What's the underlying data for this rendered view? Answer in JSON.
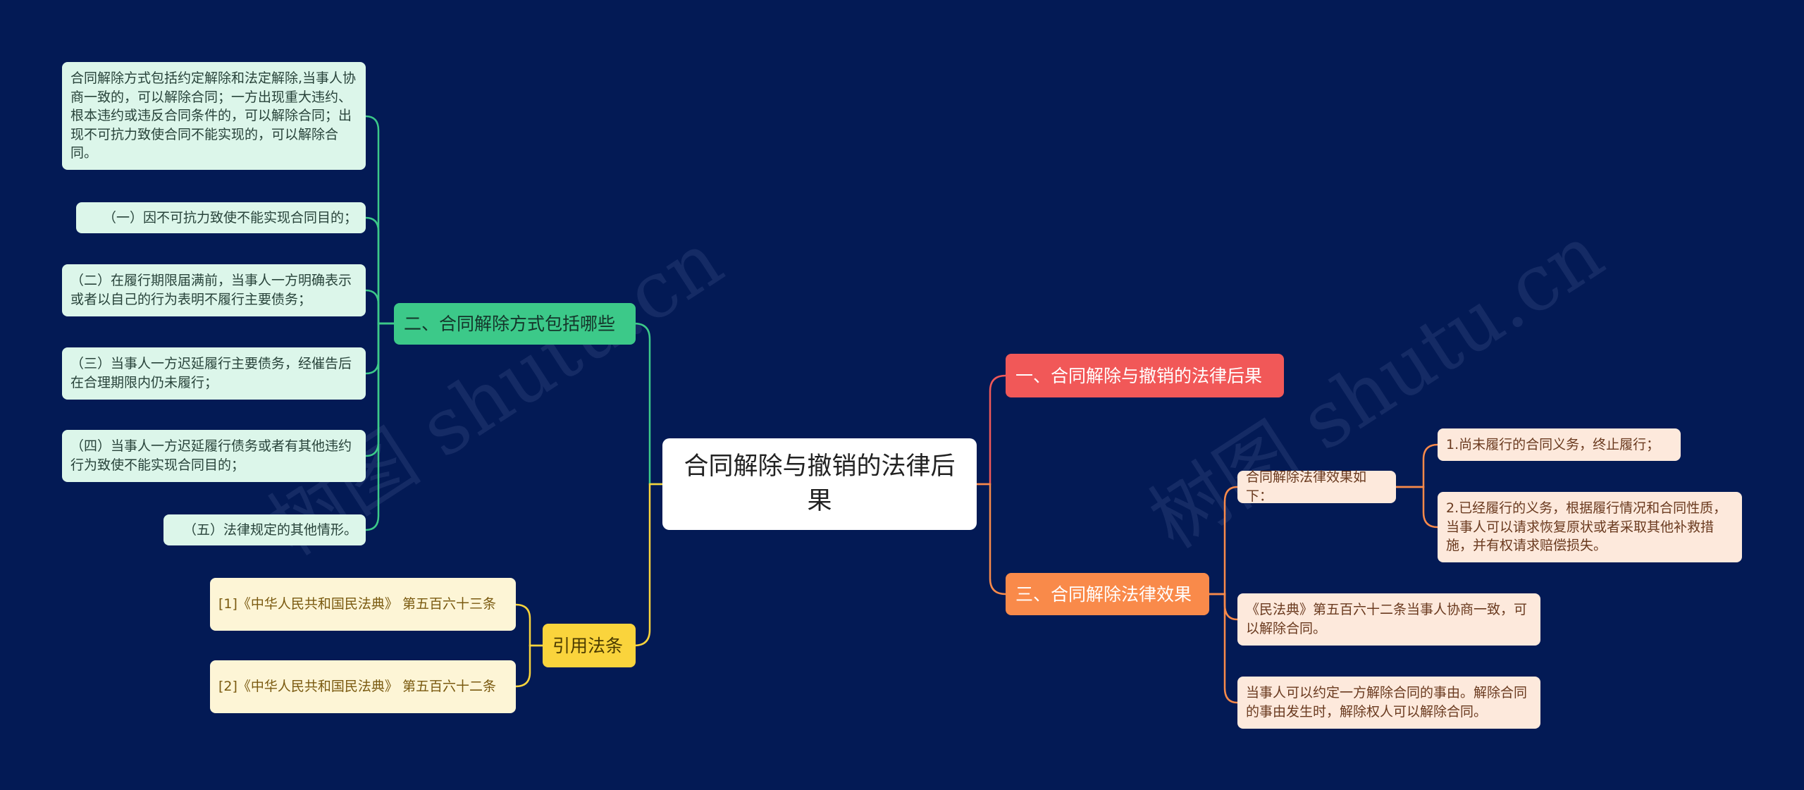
{
  "watermark": "树图 shutu.cn",
  "root": {
    "label": "合同解除与撤销的法律后果"
  },
  "branches": {
    "b1": {
      "label": "一、合同解除与撤销的法律后果"
    },
    "b2": {
      "label": "二、合同解除方式包括哪些",
      "items": [
        "合同解除方式包括约定解除和法定解除,当事人协商一致的，可以解除合同；一方出现重大违约、根本违约或违反合同条件的，可以解除合同；出现不可抗力致使合同不能实现的，可以解除合同。",
        "（一）因不可抗力致使不能实现合同目的；",
        "（二）在履行期限届满前，当事人一方明确表示或者以自己的行为表明不履行主要债务；",
        "（三）当事人一方迟延履行主要债务，经催告后在合理期限内仍未履行；",
        "（四）当事人一方迟延履行债务或者有其他违约行为致使不能实现合同目的；",
        "（五）法律规定的其他情形。"
      ]
    },
    "b3": {
      "label": "三、合同解除法律效果",
      "sub": {
        "label": "合同解除法律效果如下：",
        "items": [
          "1.尚未履行的合同义务，终止履行；",
          "2.已经履行的义务，根据履行情况和合同性质，当事人可以请求恢复原状或者采取其他补救措施，并有权请求赔偿损失。"
        ]
      },
      "items": [
        "《民法典》第五百六十二条当事人协商一致，可以解除合同。",
        "当事人可以约定一方解除合同的事由。解除合同的事由发生时，解除权人可以解除合同。"
      ]
    },
    "b4": {
      "label": "引用法条",
      "items": [
        "[1]《中华人民共和国民法典》 第五百六十三条",
        "[2]《中华人民共和国民法典》 第五百六十二条"
      ]
    }
  },
  "colors": {
    "background": "#031a55",
    "red": "#f15858",
    "orange": "#f98a4a",
    "green": "#3cc989",
    "yellow": "#fad43c"
  }
}
